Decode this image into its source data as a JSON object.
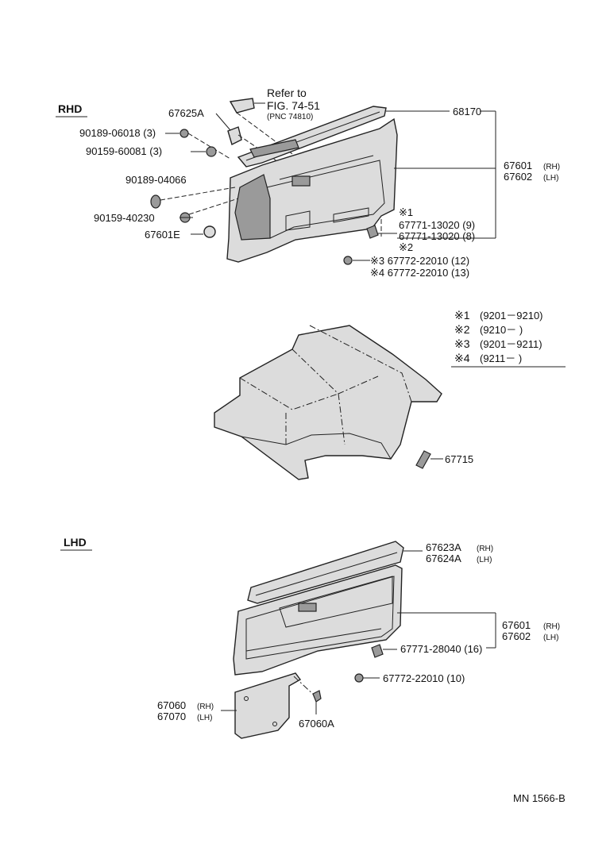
{
  "sections": {
    "rhd": "RHD",
    "lhd": "LHD"
  },
  "reference": {
    "line1": "Refer to",
    "line2": "FIG. 74-51",
    "line3": "(PNC 74810)"
  },
  "rhd_labels": {
    "p67625A": "67625A",
    "p90189_06018": "90189-06018 (3)",
    "p90159_60081": "90159-60081 (3)",
    "p90189_04066": "90189-04066",
    "p90159_40230": "90159-40230",
    "p67601E": "67601E",
    "p68170": "68170",
    "p67601": "67601",
    "p67601_side": "(RH)",
    "p67602": "67602",
    "p67602_side": "(LH)",
    "note1": "※1",
    "p67771_13020_9": "67771-13020 (9)",
    "p67771_13020_8": "67771-13020 (8)",
    "note2": "※2",
    "note3_pn": "※3 67772-22010 (12)",
    "note4_pn": "※4 67772-22010 (13)"
  },
  "legend": [
    {
      "mark": "※1",
      "range": "(9201－9210)"
    },
    {
      "mark": "※2",
      "range": "(9210－       )"
    },
    {
      "mark": "※3",
      "range": "(9201－9211)"
    },
    {
      "mark": "※4",
      "range": "(9211－       )"
    }
  ],
  "middle_labels": {
    "p67715": "67715"
  },
  "lhd_labels": {
    "p67623A": "67623A",
    "p67623A_side": "(RH)",
    "p67624A": "67624A",
    "p67624A_side": "(LH)",
    "p67601": "67601",
    "p67601_side": "(RH)",
    "p67602": "67602",
    "p67602_side": "(LH)",
    "p67771_28040": "67771-28040 (16)",
    "p67772_22010": "67772-22010 (10)",
    "p67060": "67060",
    "p67060_side": "(RH)",
    "p67070": "67070",
    "p67070_side": "(LH)",
    "p67060A": "67060A"
  },
  "footer": {
    "code": "MN 1566-B"
  }
}
